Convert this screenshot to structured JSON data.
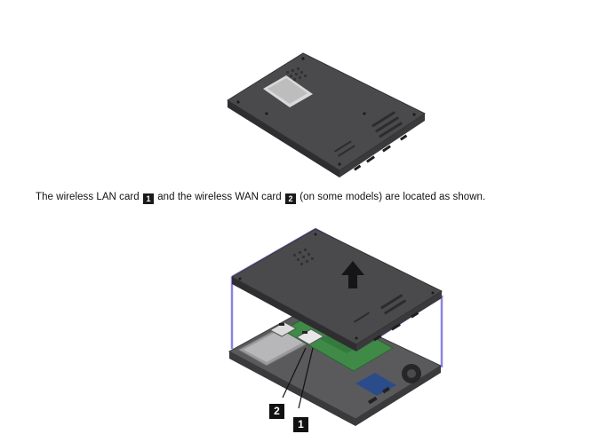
{
  "caption": {
    "part1": "The wireless LAN card",
    "part2": "and the wireless WAN card",
    "part3": "(on some models) are located as shown."
  },
  "callouts": {
    "wlan": "1",
    "wwan": "2"
  },
  "colors": {
    "chassis": "#4a4a4d",
    "chassis_dark": "#2e2e30",
    "board": "#3f8a47",
    "outline": "#8a84e0",
    "arrow": "#151515",
    "callout_bg": "#111111"
  },
  "icons": {
    "removal_direction": "up-arrow-icon"
  }
}
